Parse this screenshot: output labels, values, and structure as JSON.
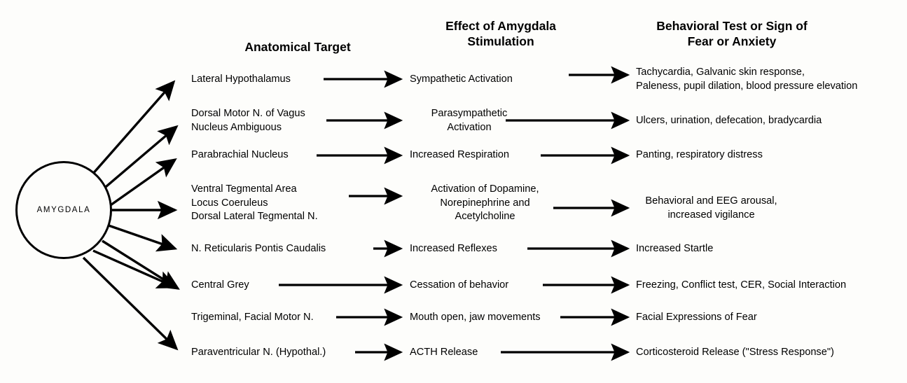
{
  "diagram": {
    "title_visible": false,
    "source_node": {
      "label": "AMYGDALA",
      "shape": "circle"
    },
    "columns": [
      {
        "id": "anatomical-target",
        "header": "Anatomical Target"
      },
      {
        "id": "effect-of-amygdala-stimulation",
        "header": "Effect of Amygdala\nStimulation"
      },
      {
        "id": "behavioral-test-or-sign",
        "header": "Behavioral Test or Sign of\nFear or Anxiety"
      }
    ],
    "rows": [
      {
        "target": "Lateral Hypothalamus",
        "effect": "Sympathetic Activation",
        "sign": "Tachycardia, Galvanic skin response,\nPaleness, pupil dilation, blood pressure elevation"
      },
      {
        "target": "Dorsal Motor N. of Vagus\nNucleus Ambiguous",
        "effect": "Parasympathetic\nActivation",
        "sign": "Ulcers, urination, defecation, bradycardia"
      },
      {
        "target": "Parabrachial Nucleus",
        "effect": "Increased Respiration",
        "sign": "Panting, respiratory distress"
      },
      {
        "target": "Ventral Tegmental Area\nLocus Coeruleus\nDorsal Lateral Tegmental N.",
        "effect": "Activation of Dopamine,\nNorepinephrine and\nAcetylcholine",
        "sign": "Behavioral and EEG arousal,\nincreased vigilance"
      },
      {
        "target": "N. Reticularis Pontis Caudalis",
        "effect": "Increased Reflexes",
        "sign": "Increased Startle"
      },
      {
        "target": "Central Grey",
        "effect": "Cessation of behavior",
        "sign": "Freezing, Conflict test, CER, Social Interaction"
      },
      {
        "target": "Trigeminal, Facial Motor N.",
        "effect": "Mouth open, jaw movements",
        "sign": "Facial Expressions of Fear"
      },
      {
        "target": "Paraventricular N. (Hypothal.)",
        "effect": "ACTH Release",
        "sign": "Corticosteroid Release (\"Stress Response\")"
      }
    ],
    "colors": {
      "ink": "#000000",
      "background": "#fdfdfb"
    }
  }
}
